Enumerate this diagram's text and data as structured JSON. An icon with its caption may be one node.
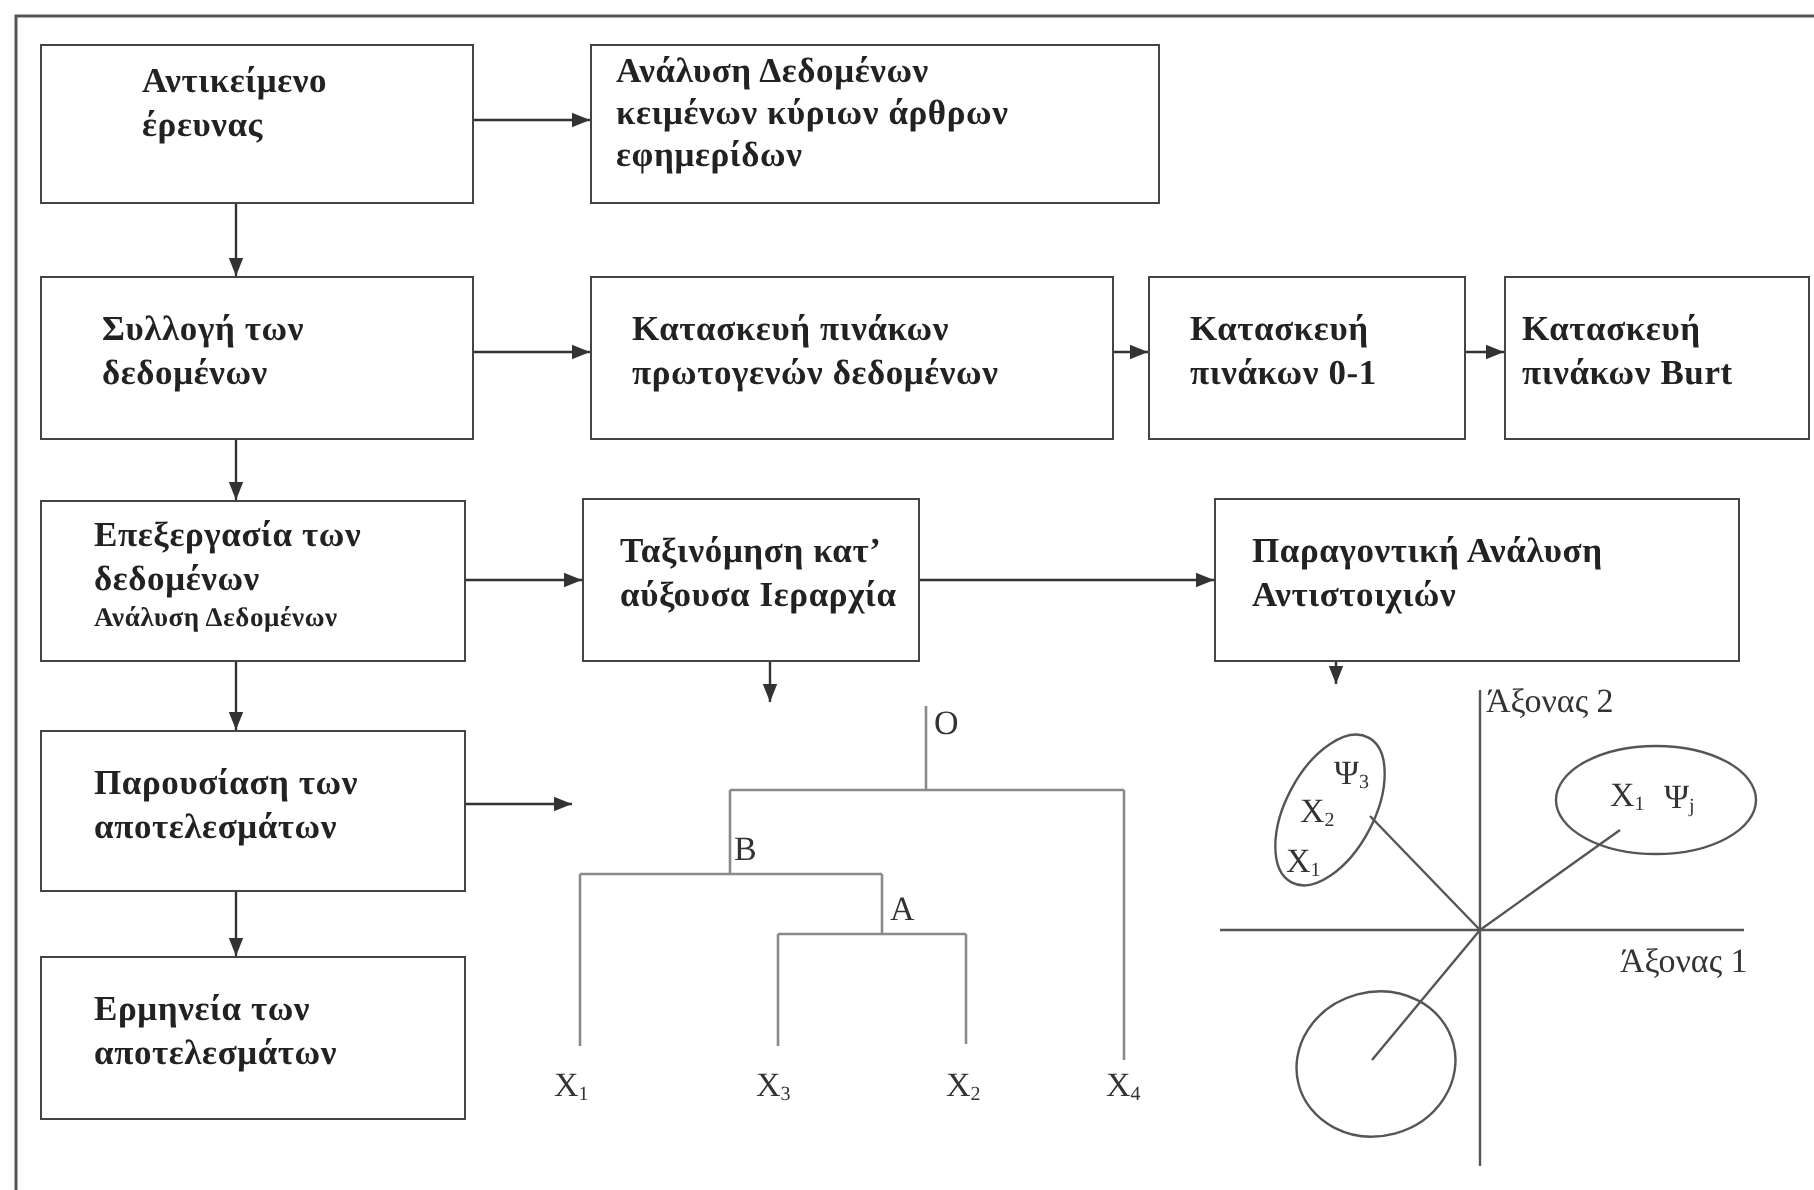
{
  "diagram": {
    "nodes": [
      {
        "text": [
          "Αντικείμενο έρευνας"
        ]
      },
      {
        "text": [
          "Ανάλυση Δεδομένων κειμένων κύριων άρθρων εφημερίδων"
        ]
      },
      {
        "text": [
          "Συλλογή των δεδομένων"
        ]
      },
      {
        "text": [
          "Κατασκευή  πινάκων πρωτογενών δεδομένων"
        ]
      },
      {
        "text": [
          "Κατασκευή πινάκων 0-1"
        ]
      },
      {
        "text": [
          "Κατασκευή πινάκων Burt"
        ]
      },
      {
        "text": [
          "Επεξεργασία των δεδομένων",
          "Ανάλυση Δεδομένων"
        ]
      },
      {
        "text": [
          "Ταξινόμηση κατ’ αύξουσα Ιεραρχία"
        ]
      },
      {
        "text": [
          "Παραγοντική Ανάλυση Αντιστοιχιών"
        ]
      },
      {
        "text": [
          "Παρουσίαση των αποτελεσμάτων"
        ]
      },
      {
        "text": [
          "Ερμηνεία των αποτελεσμάτων"
        ]
      },
      {
        "text": [],
        "shape": "picture"
      },
      {
        "text": [],
        "shape": "picture"
      }
    ],
    "edges": [
      {
        "from": 0,
        "to": 1,
        "arrow": "to"
      },
      {
        "from": 0,
        "to": 2,
        "arrow": "to"
      },
      {
        "from": 2,
        "to": 3,
        "arrow": "to"
      },
      {
        "from": 3,
        "to": 4,
        "arrow": "to"
      },
      {
        "from": 4,
        "to": 5,
        "arrow": "to"
      },
      {
        "from": 2,
        "to": 6,
        "arrow": "to"
      },
      {
        "from": 6,
        "to": 7,
        "arrow": "to"
      },
      {
        "from": 7,
        "to": 8,
        "arrow": "to"
      },
      {
        "from": 6,
        "to": 9,
        "arrow": "to"
      },
      {
        "from": 9,
        "to": 10,
        "arrow": "to"
      },
      {
        "from": 7,
        "to": 11,
        "arrow": "to"
      },
      {
        "from": 9,
        "to": 11,
        "arrow": "to"
      },
      {
        "from": 8,
        "to": 12,
        "arrow": "to"
      }
    ],
    "labels": [
      "Άξονας 2",
      "O",
      "Ψ$_{3}$",
      "X$_{2}$",
      "X$_{1}$",
      "Ψ$_{j}$",
      "B",
      "X$_{1}$",
      "A",
      "Άξονας 1",
      "X$_{1}$",
      "X$_{3}$",
      "X$_{2}$",
      "X$_{4}$"
    ]
  }
}
